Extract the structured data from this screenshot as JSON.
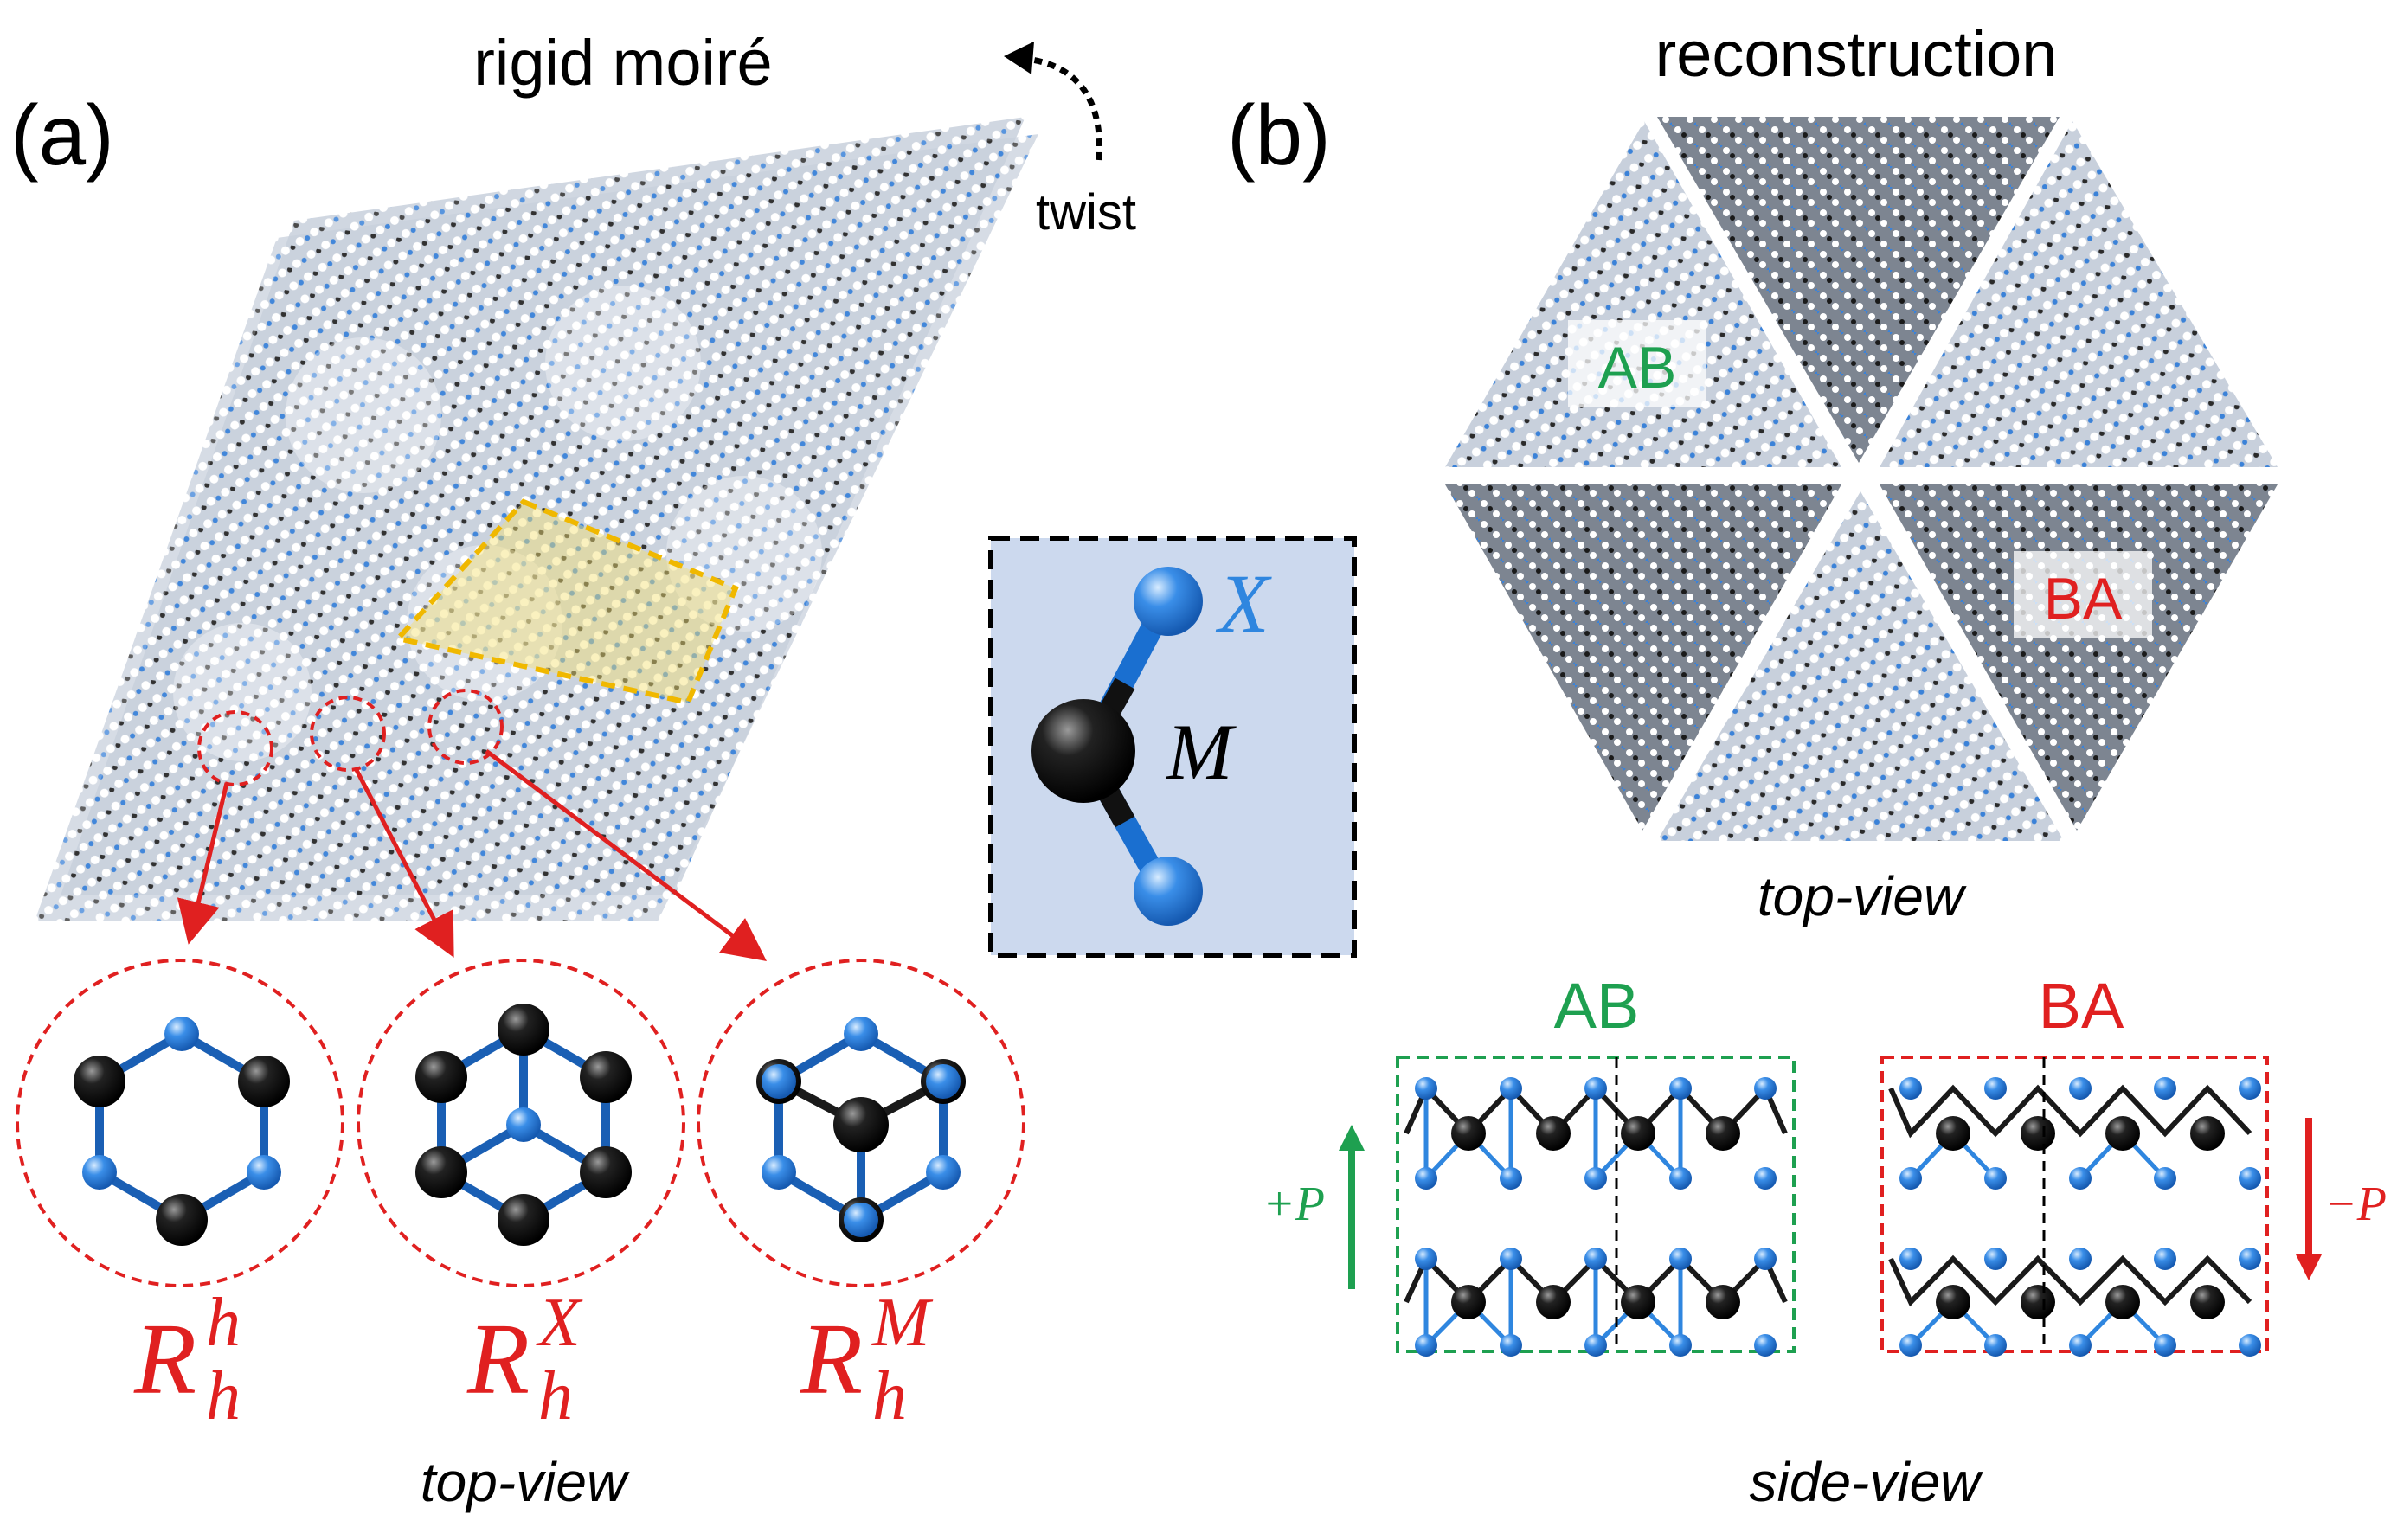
{
  "panel_a": {
    "label": "(a)",
    "title": "rigid moiré",
    "twist_label": "twist",
    "stackings": [
      {
        "base": "R",
        "sub": "h",
        "sup": "h"
      },
      {
        "base": "R",
        "sub": "h",
        "sup": "X"
      },
      {
        "base": "R",
        "sub": "h",
        "sup": "M"
      }
    ],
    "caption": "top-view"
  },
  "inset": {
    "x_label": "X",
    "m_label": "M"
  },
  "panel_b": {
    "label": "(b)",
    "title": "reconstruction",
    "ab_label": "AB",
    "ba_label": "BA",
    "top_caption": "top-view",
    "side_ab_title": "AB",
    "side_ba_title": "BA",
    "plus_p": "+P",
    "minus_p": "−P",
    "side_caption": "side-view"
  },
  "colors": {
    "metal": "#111111",
    "chalcogen": "#2f86df",
    "red": "#e02020",
    "green": "#1ea050",
    "unit_cell": "#f0b800",
    "inset_bg": "#ccd9ee"
  }
}
